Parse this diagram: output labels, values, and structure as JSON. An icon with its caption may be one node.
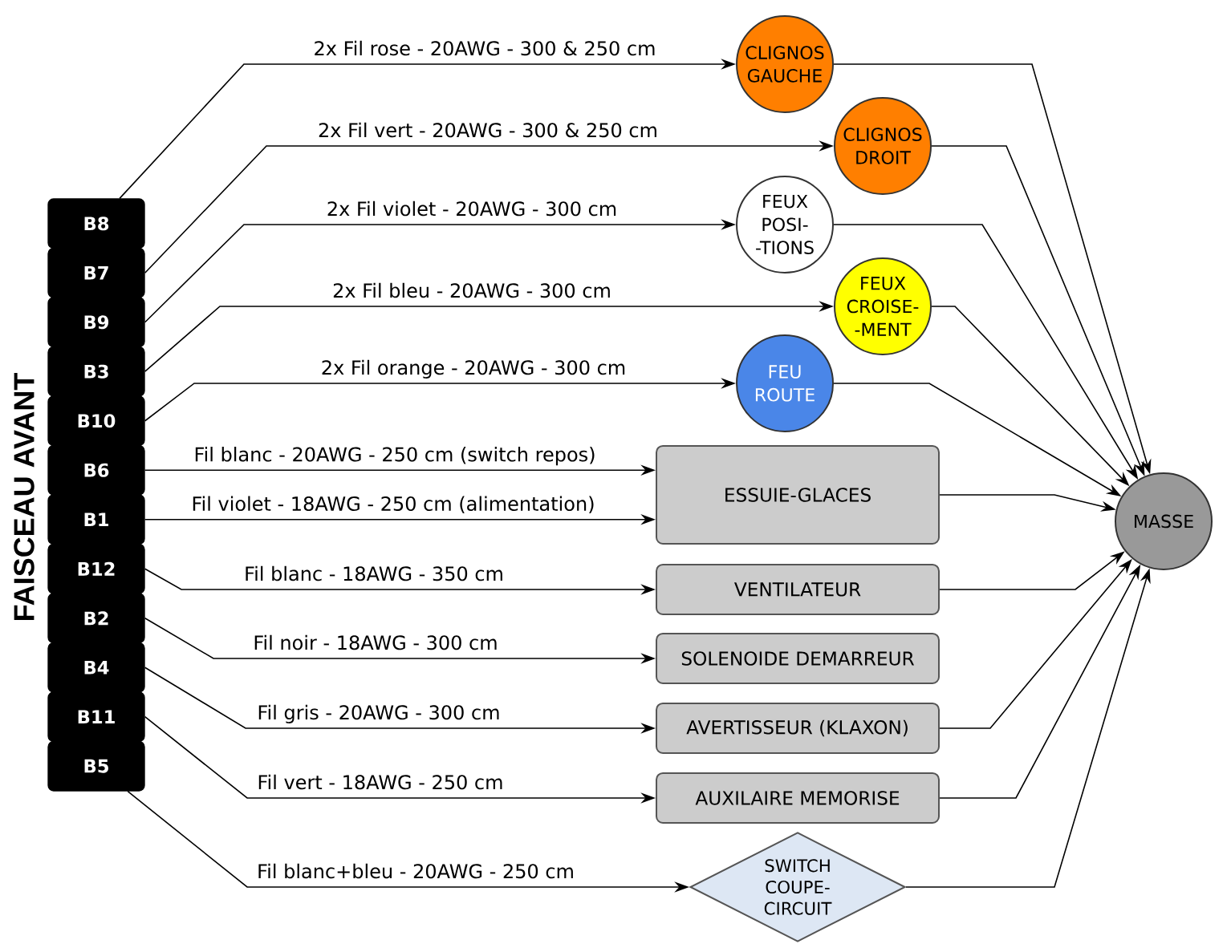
{
  "diagram": {
    "nodes": [
      {
        "text": [
          "B8"
        ]
      },
      {
        "text": [
          "B7"
        ]
      },
      {
        "text": [
          "B9"
        ]
      },
      {
        "text": [
          "B3"
        ]
      },
      {
        "text": [
          "B10"
        ]
      },
      {
        "text": [
          "B6"
        ]
      },
      {
        "text": [
          "B1"
        ]
      },
      {
        "text": [
          "B12"
        ]
      },
      {
        "text": [
          "B2"
        ]
      },
      {
        "text": [
          "B4"
        ]
      },
      {
        "text": [
          "B11"
        ]
      },
      {
        "text": [
          "B5"
        ]
      },
      {
        "text": [
          "CLIGNOS GAUCHE"
        ]
      },
      {
        "text": [
          "CLIGNOS DROIT"
        ]
      },
      {
        "text": [
          "FEUX POSI- -TIONS"
        ]
      },
      {
        "text": [
          "FEUX CROISE- -MENT"
        ]
      },
      {
        "text": [
          "FEU ROUTE"
        ]
      },
      {
        "text": [
          "ESSUIE-GLACES"
        ]
      },
      {
        "text": [
          "VENTILATEUR"
        ]
      },
      {
        "text": [
          "SOLENOIDE DEMARREUR"
        ]
      },
      {
        "text": [
          "AVERTISSEUR (KLAXON)"
        ]
      },
      {
        "text": [
          "AUXILAIRE MEMORISE"
        ]
      },
      {
        "text": [
          "SWITCH COUPE- CIRCUIT"
        ]
      },
      {
        "text": [
          "MASSE"
        ]
      }
    ],
    "edges": [
      {
        "from": 0,
        "to": 12,
        "arrow": "to",
        "label": "2x Fil rose - 20AWG - 300 & 250 cm"
      },
      {
        "from": 1,
        "to": 13,
        "arrow": "to",
        "label": "2x Fil vert - 20AWG - 300 & 250 cm"
      },
      {
        "from": 2,
        "to": 14,
        "arrow": "to",
        "label": "2x Fil violet - 20AWG - 300 cm"
      },
      {
        "from": 3,
        "to": 15,
        "arrow": "to",
        "label": "2x Fil bleu - 20AWG - 300 cm"
      },
      {
        "from": 4,
        "to": 16,
        "arrow": "to",
        "label": "2x Fil orange - 20AWG - 300 cm"
      },
      {
        "from": 5,
        "to": 17,
        "arrow": "to",
        "label": "Fil blanc - 20AWG - 250 cm (switch repos)"
      },
      {
        "from": 6,
        "to": 17,
        "arrow": "to",
        "label": "Fil violet - 18AWG - 250 cm (alimentation)"
      },
      {
        "from": 7,
        "to": 18,
        "arrow": "to",
        "label": "Fil blanc - 18AWG - 350 cm"
      },
      {
        "from": 8,
        "to": 19,
        "arrow": "to",
        "label": "Fil noir - 18AWG - 300 cm"
      },
      {
        "from": 9,
        "to": 20,
        "arrow": "to",
        "label": "Fil gris - 20AWG - 300 cm"
      },
      {
        "from": 10,
        "to": 21,
        "arrow": "to",
        "label": "Fil vert - 18AWG - 250 cm"
      },
      {
        "from": 11,
        "to": 22,
        "arrow": "to",
        "label": "Fil blanc+bleu - 20AWG - 250 cm"
      },
      {
        "from": 12,
        "to": 23,
        "arrow": "to"
      },
      {
        "from": 13,
        "to": 23,
        "arrow": "to"
      },
      {
        "from": 14,
        "to": 23,
        "arrow": "to"
      },
      {
        "from": 15,
        "to": 23,
        "arrow": "to"
      },
      {
        "from": 16,
        "to": 23,
        "arrow": "to"
      },
      {
        "from": 17,
        "to": 23,
        "arrow": "to"
      },
      {
        "from": 18,
        "to": 23,
        "arrow": "to"
      },
      {
        "from": 20,
        "to": 23,
        "arrow": "to"
      },
      {
        "from": 21,
        "to": 23,
        "arrow": "to"
      },
      {
        "from": 22,
        "to": 23,
        "arrow": "to"
      }
    ],
    "labels": [
      "FAISCEAU AVANT"
    ]
  }
}
